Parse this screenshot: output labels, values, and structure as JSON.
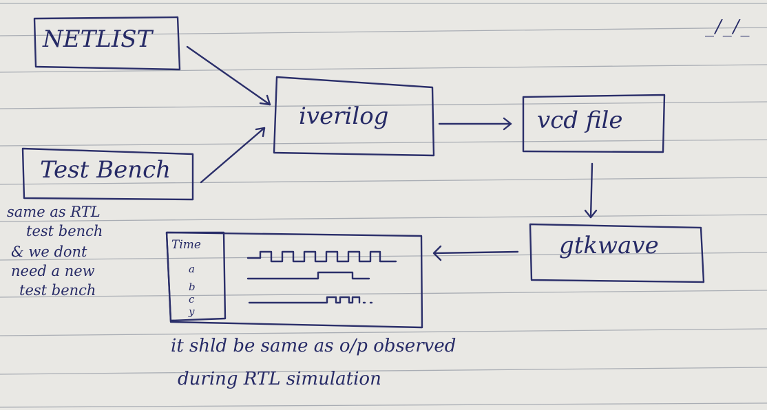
{
  "header": {
    "date_field": "_/_/_"
  },
  "blocks": {
    "netlist": "NETLIST",
    "testbench": "Test Bench",
    "iverilog": "iverilog",
    "vcd": "vcd file",
    "gtkwave": "gtkwave"
  },
  "testbench_note": [
    "same as RTL",
    "test bench",
    "& we dont",
    "need a new",
    "test bench"
  ],
  "waveform": {
    "signals": [
      "Time",
      "a",
      "b",
      "c",
      "y"
    ]
  },
  "conclusion": [
    "it shld be same as o/p observed",
    "during RTL simulation"
  ],
  "colors": {
    "ink": "#2b2f6a",
    "paper": "#e9e8e4",
    "rule_line": "#a9adb4"
  }
}
